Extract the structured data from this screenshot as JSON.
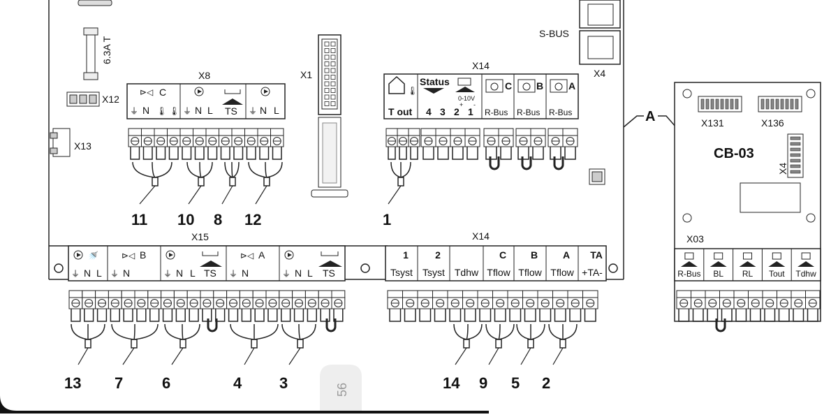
{
  "labels": {
    "fuse_rating": "6.3A T",
    "x12": "X12",
    "x13": "X13",
    "x8": "X8",
    "x1": "X1",
    "x14_top": "X14",
    "s_bus": "S-BUS",
    "x4": "X4",
    "a_marker": "A",
    "x131": "X131",
    "x136": "X136",
    "cb_03": "CB-03",
    "x4_vertical": "X4",
    "x03": "X03",
    "x15": "X15",
    "x14_bottom": "X14",
    "page_number": "56"
  },
  "x8_blocks": [
    {
      "title": "C",
      "pins": [
        "N",
        "",
        ""
      ]
    },
    {
      "title": "",
      "pins": [
        "N",
        "L",
        "TS"
      ]
    },
    {
      "title": "",
      "pins": [
        "N",
        "L"
      ]
    }
  ],
  "x14_top_blocks": [
    {
      "label": "T out",
      "pins": []
    },
    {
      "label": "Status",
      "pins": [
        "4",
        "3",
        "2",
        "1"
      ],
      "sub": "0-10V",
      "plus": "+",
      "minus": "-"
    },
    {
      "label": "R-Bus",
      "letter": "C"
    },
    {
      "label": "R-Bus",
      "letter": "B"
    },
    {
      "label": "R-Bus",
      "letter": "A"
    }
  ],
  "x15_blocks": [
    {
      "pins": [
        "N",
        "L"
      ]
    },
    {
      "title": "B",
      "pins": [
        "N"
      ]
    },
    {
      "pins": [
        "N",
        "L",
        "TS"
      ]
    },
    {
      "title": "A",
      "pins": [
        "N"
      ]
    },
    {
      "pins": [
        "N",
        "L",
        "TS"
      ]
    }
  ],
  "x14_bottom_blocks": [
    {
      "index": "1",
      "label": "Tsyst"
    },
    {
      "index": "2",
      "label": "Tsyst"
    },
    {
      "index": "",
      "label": "Tdhw"
    },
    {
      "index": "C",
      "label": "Tflow"
    },
    {
      "index": "B",
      "label": "Tflow"
    },
    {
      "index": "A",
      "label": "Tflow"
    },
    {
      "index": "TA",
      "label": "+TA-"
    }
  ],
  "cb03_blocks": [
    "R-Bus",
    "BL",
    "RL",
    "Tout",
    "Tdhw"
  ],
  "callouts": [
    "11",
    "10",
    "8",
    "12",
    "1",
    "13",
    "7",
    "6",
    "4",
    "3",
    "14",
    "9",
    "5",
    "2"
  ]
}
